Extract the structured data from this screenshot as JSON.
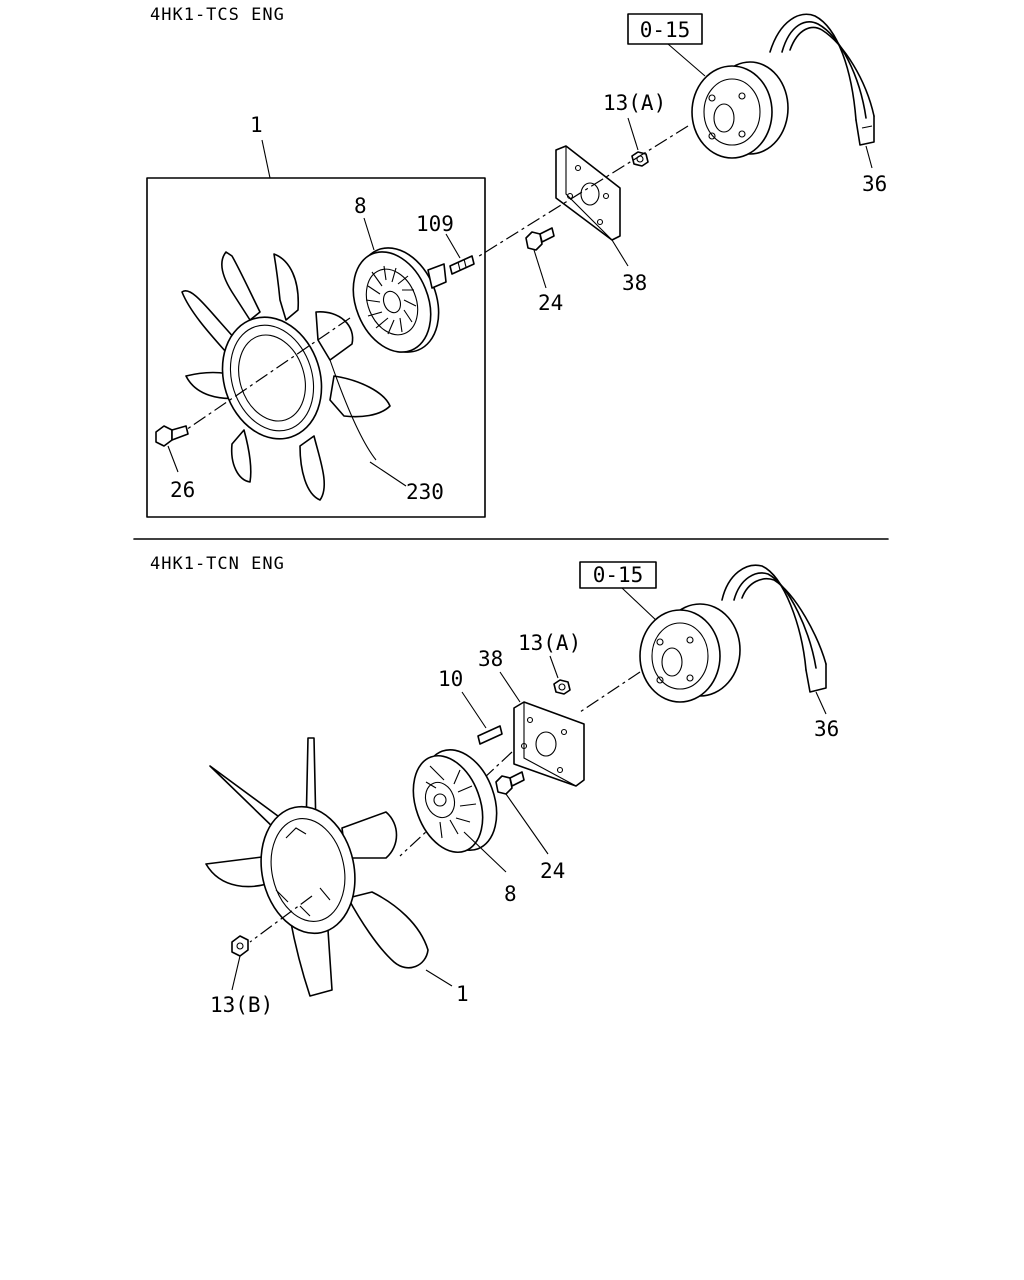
{
  "sections": [
    {
      "header": "4HK1-TCS ENG",
      "ref_box": "0-15",
      "callouts": {
        "fan_assembly": "1",
        "clutch": "8",
        "stud": "109",
        "nut_a": "13(A)",
        "belt": "36",
        "bolt": "24",
        "spacer": "38",
        "fan_bolt": "26",
        "shroud": "230"
      }
    },
    {
      "header": "4HK1-TCN ENG",
      "ref_box": "0-15",
      "callouts": {
        "stud": "10",
        "spacer": "38",
        "nut_a": "13(A)",
        "belt": "36",
        "bolt": "24",
        "clutch": "8",
        "fan": "1",
        "nut_b": "13(B)"
      }
    }
  ]
}
